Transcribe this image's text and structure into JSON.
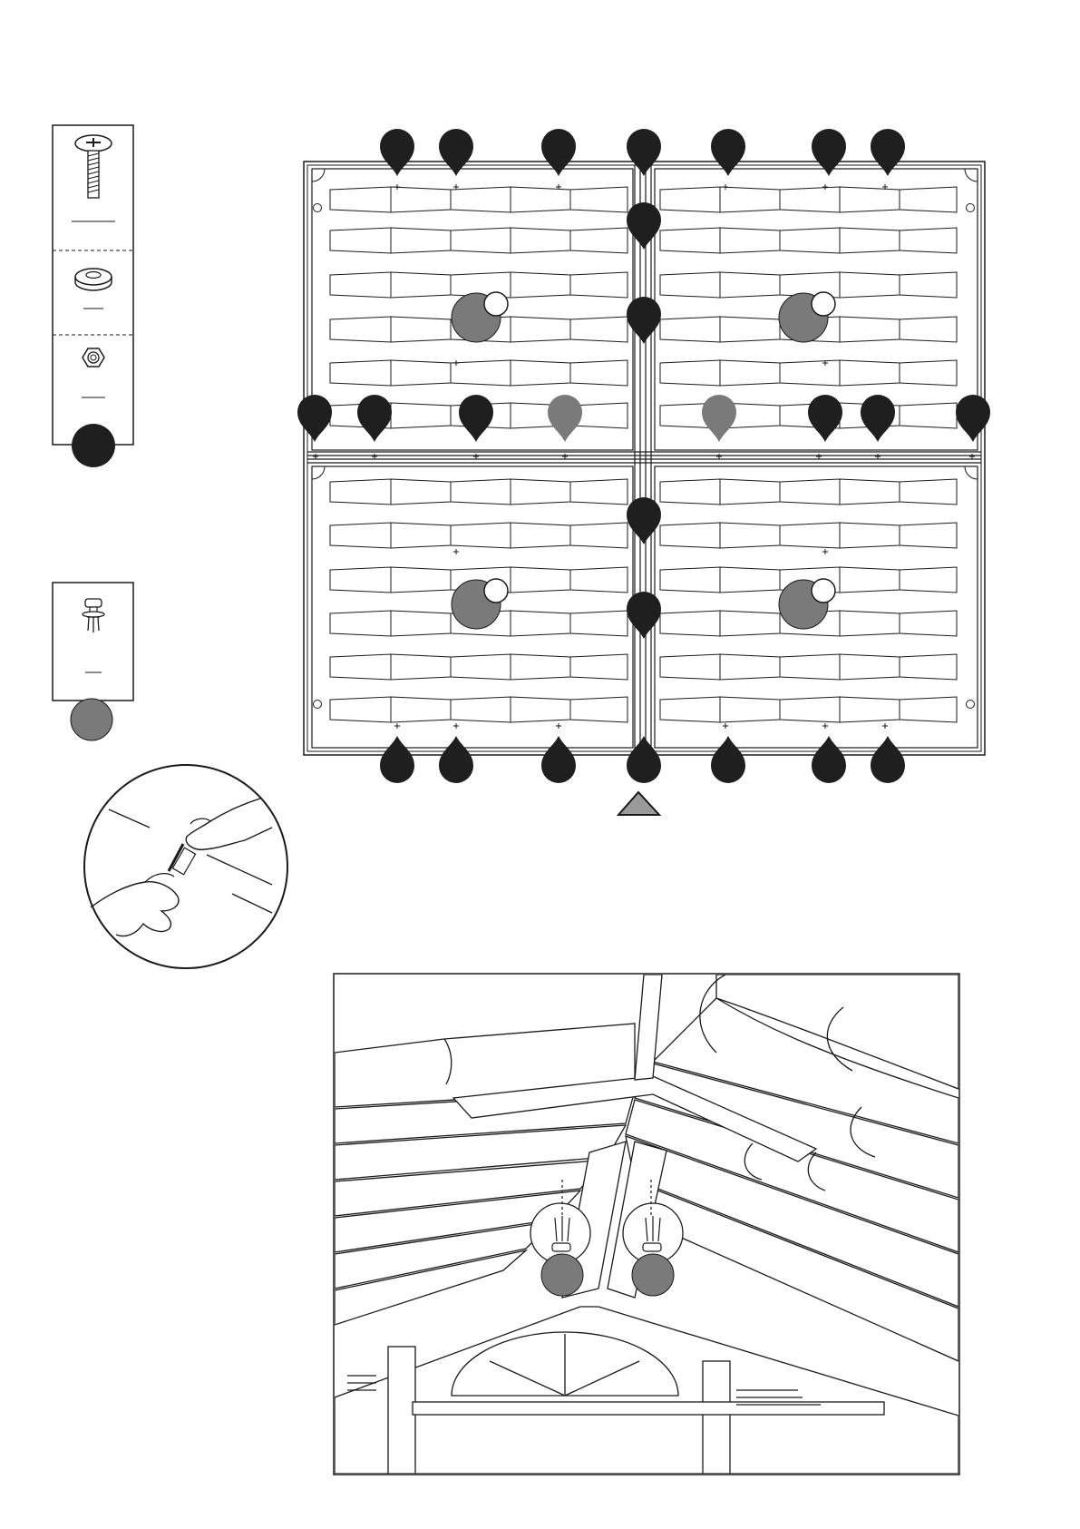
{
  "colors": {
    "ink": "#1a1a1a",
    "marker_dark": "#1f1f1f",
    "marker_gray": "#7a7a7a",
    "arrow_gray": "#9a9a9a"
  },
  "hardware_panel": {
    "parts": [
      {
        "name": "phillips-screw-icon"
      },
      {
        "name": "washer-icon"
      },
      {
        "name": "hex-nut-icon"
      }
    ],
    "badge_color": "#1f1f1f"
  },
  "rivet_panel": {
    "parts": [
      {
        "name": "push-rivet-icon"
      }
    ],
    "badge_color": "#7a7a7a"
  },
  "roof_plan": {
    "top_markers": 7,
    "bottom_markers": 7,
    "middle_markers_dark": 6,
    "middle_markers_gray": 2,
    "seam_markers": 4,
    "vent_hole_badges": 4
  },
  "detail_view": {
    "rivet_callouts": 2
  }
}
